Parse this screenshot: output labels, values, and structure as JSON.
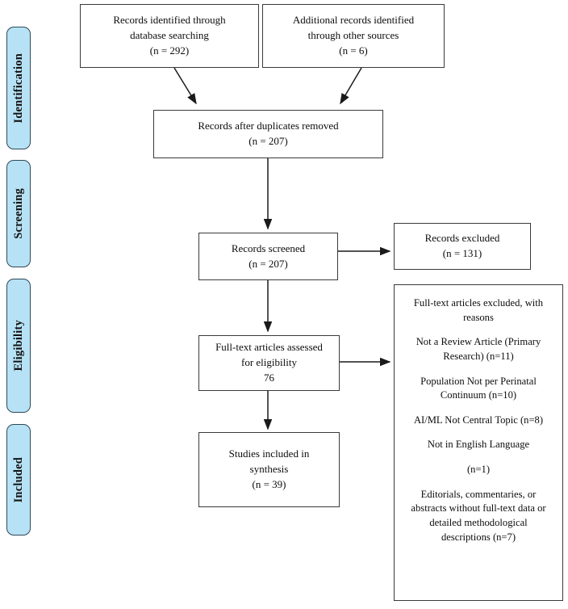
{
  "diagram": {
    "title": "PRISMA flow diagram",
    "accent_color": "#b7e2f6",
    "pill_border_color": "#2f4858",
    "box_border_color": "#3a3a3a",
    "connector_color": "#1a1a1a"
  },
  "stages": [
    {
      "id": "identification",
      "label": "Identification"
    },
    {
      "id": "screening",
      "label": "Screening"
    },
    {
      "id": "eligibility",
      "label": "Eligibility"
    },
    {
      "id": "included",
      "label": "Included"
    }
  ],
  "boxes": {
    "database_search": "Records identified through\ndatabase searching\n(n = 292)",
    "other_sources": "Additional records identified\nthrough other sources\n(n = 6)",
    "duplicates_removed": "Records after duplicates removed\n(n = 207)",
    "records_screened": "Records screened\n(n = 207)",
    "records_excluded": "Records excluded\n(n = 131)",
    "fulltext_assessed": "Full-text articles assessed\nfor eligibility\n76",
    "studies_included": "Studies included in\nsynthesis\n(n = 39)"
  },
  "exclusions": {
    "heading": "Full-text articles excluded, with\nreasons",
    "reasons": [
      "Not a Review Article (Primary\nResearch) (n=11)",
      "Population Not per Perinatal\nContinuum (n=10)",
      "AI/ML Not Central Topic (n=8)",
      "Not in English Language",
      "(n=1)",
      "Editorials, commentaries, or\nabstracts without full-text data or\ndetailed methodological\ndescriptions (n=7)"
    ]
  },
  "counts": {
    "database_searching": 292,
    "other_sources": 6,
    "after_duplicates": 207,
    "screened": 207,
    "excluded_screening": 131,
    "fulltext_assessed": 76,
    "included_synthesis": 39,
    "excluded_not_review": 11,
    "excluded_population": 10,
    "excluded_ai_ml": 8,
    "excluded_language": 1,
    "excluded_editorials": 7
  }
}
